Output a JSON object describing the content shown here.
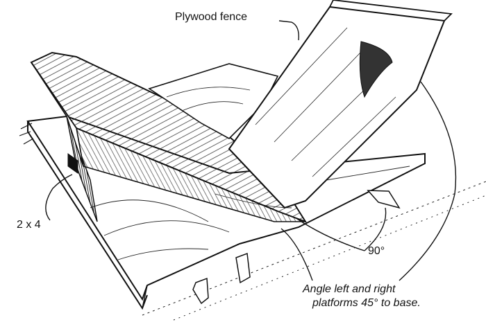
{
  "labels": {
    "fence": "Plywood fence",
    "two_by_four": "2 x 4",
    "right_angle": "90°",
    "angle_line1": "Angle left and right",
    "angle_line2": "platforms 45° to base."
  },
  "colors": {
    "ink": "#111111",
    "paper": "#ffffff"
  }
}
